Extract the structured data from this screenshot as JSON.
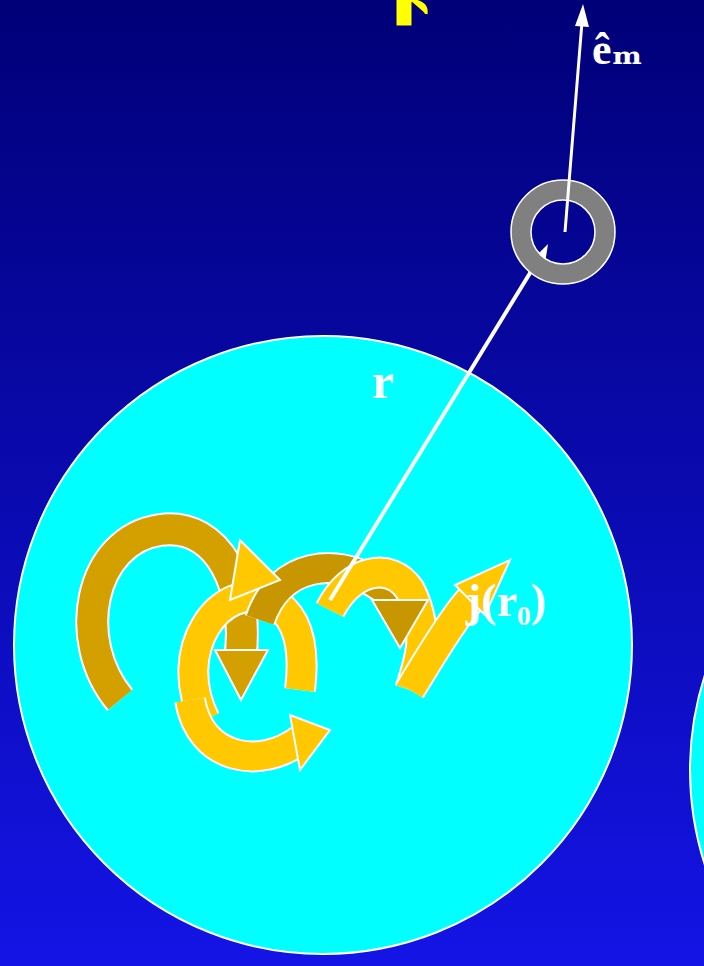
{
  "diagram": {
    "labels": [
      "êₘ",
      "r",
      "j(r₀)"
    ]
  }
}
